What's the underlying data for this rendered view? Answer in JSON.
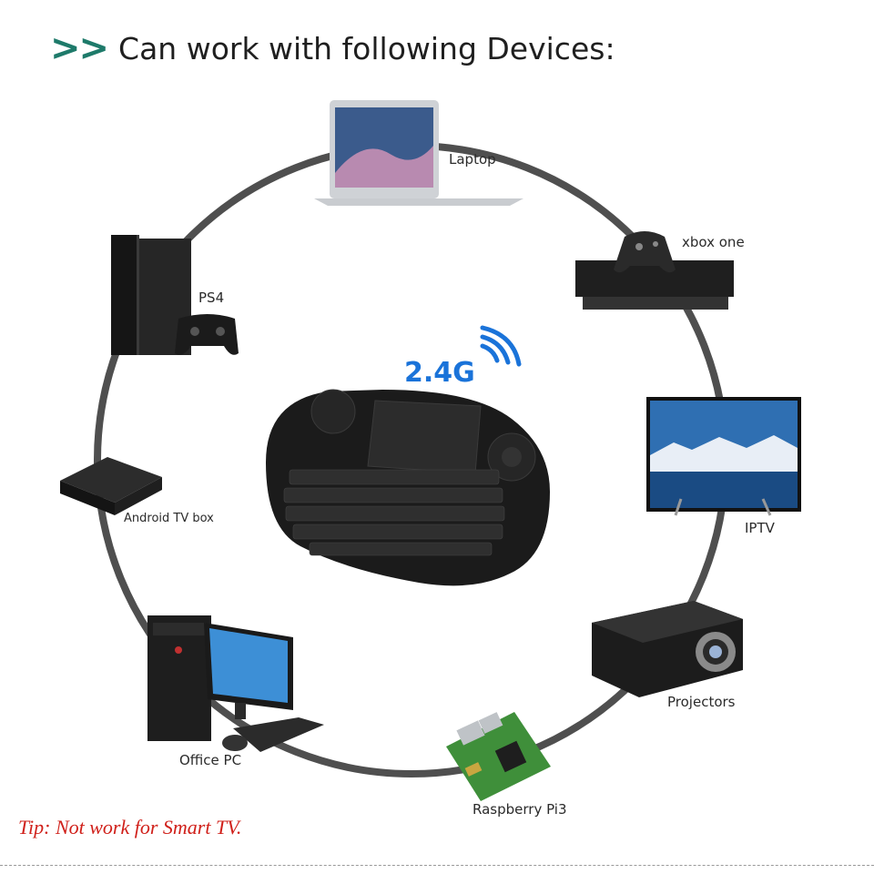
{
  "header": {
    "chevrons": ">>",
    "title": "Can work with following Devices:"
  },
  "center": {
    "badge": "2.4G"
  },
  "devices": [
    {
      "name": "laptop",
      "label": "Laptop"
    },
    {
      "name": "xbox",
      "label": "xbox one"
    },
    {
      "name": "iptv",
      "label": "IPTV"
    },
    {
      "name": "projector",
      "label": "Projectors"
    },
    {
      "name": "raspberry",
      "label": "Raspberry Pi3"
    },
    {
      "name": "office-pc",
      "label": "Office PC"
    },
    {
      "name": "tv-box",
      "label": "Android TV box"
    },
    {
      "name": "ps4",
      "label": "PS4"
    }
  ],
  "tip": "Tip: Not work for Smart TV.",
  "colors": {
    "accent": "#1e7a6a",
    "ring": "#4f4f4f",
    "badge": "#1a73d9",
    "tip": "#d0201a"
  }
}
